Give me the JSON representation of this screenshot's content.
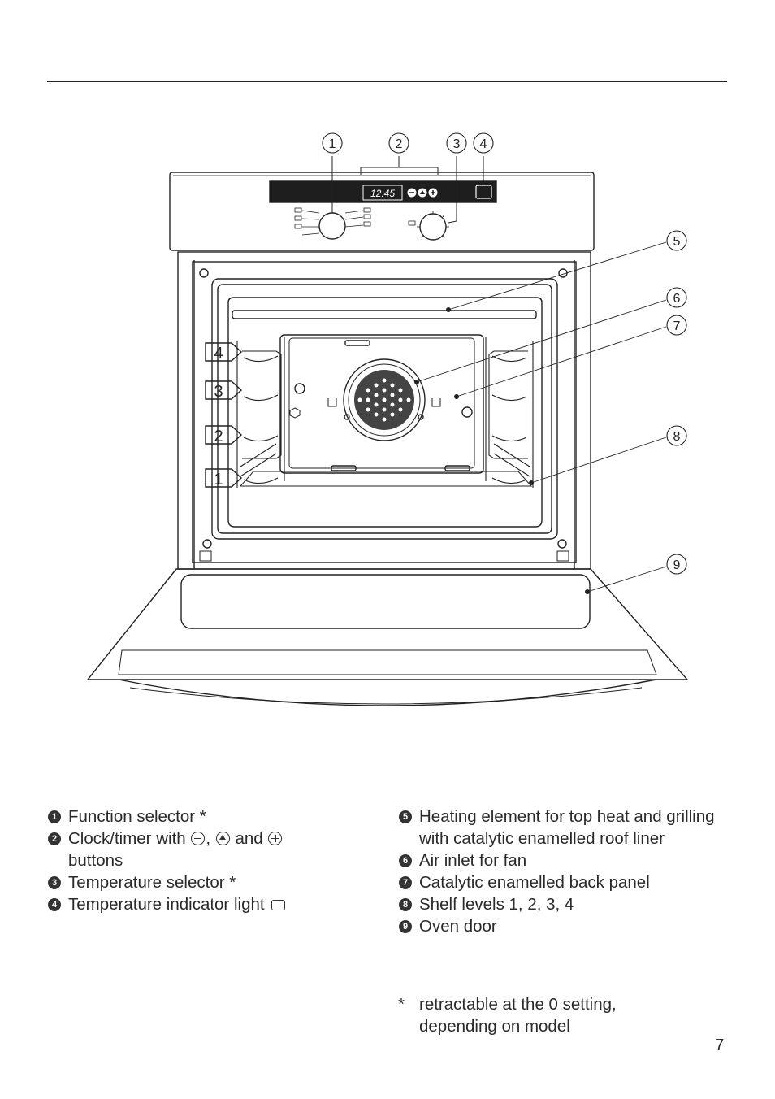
{
  "diagram": {
    "display_time": "12:45",
    "callouts": [
      "1",
      "2",
      "3",
      "4",
      "5",
      "6",
      "7",
      "8",
      "9"
    ],
    "shelf_levels": [
      "4",
      "3",
      "2",
      "1"
    ]
  },
  "legend_left": [
    {
      "num": "1",
      "text": "Function selector *"
    },
    {
      "num": "2",
      "text_before": "Clock/timer with",
      "sep1": ",",
      "text_and": "and",
      "text_after": "buttons"
    },
    {
      "num": "3",
      "text": "Temperature selector *"
    },
    {
      "num": "4",
      "text": "Temperature indicator light"
    }
  ],
  "legend_right": [
    {
      "num": "5",
      "text": "Heating element for top heat and grilling with catalytic enamelled roof liner"
    },
    {
      "num": "6",
      "text": "Air inlet for fan"
    },
    {
      "num": "7",
      "text": "Catalytic enamelled back panel"
    },
    {
      "num": "8",
      "text": "Shelf levels 1, 2, 3, 4"
    },
    {
      "num": "9",
      "text": "Oven door"
    }
  ],
  "footnote": {
    "marker": "*",
    "text": "retractable at the 0 setting, depending on model"
  },
  "page_number": "7",
  "icons": [
    "minus-button-icon",
    "up-button-icon",
    "plus-button-icon",
    "indicator-light-icon"
  ]
}
